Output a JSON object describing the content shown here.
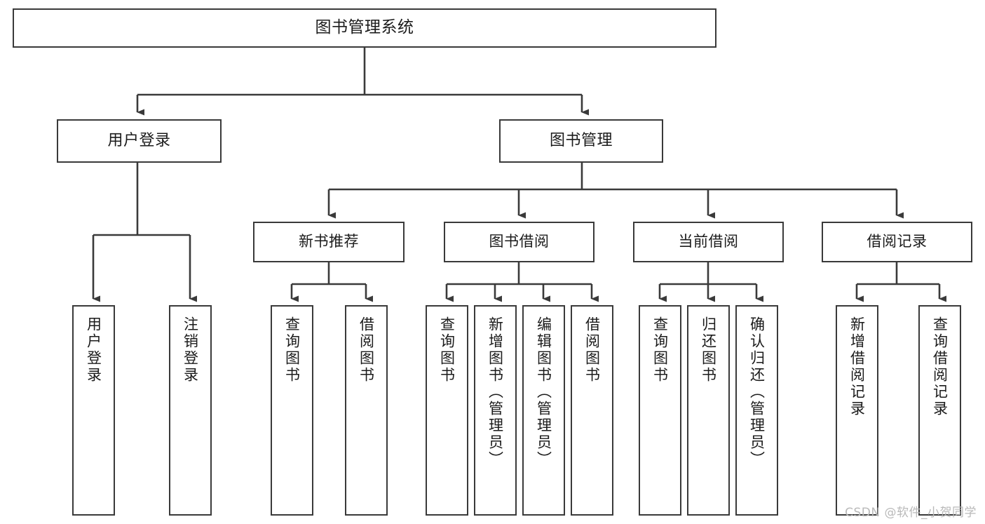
{
  "diagram": {
    "title": "图书管理系统",
    "watermark": "CSDN @软件_小贺同学",
    "colors": {
      "border": "#3a3a3a",
      "background": "#ffffff",
      "text": "#1b1b1b",
      "watermark": "#b9b9b9"
    },
    "root": {
      "label": "图书管理系统",
      "level": 0
    },
    "level1": [
      {
        "label": "用户登录"
      },
      {
        "label": "图书管理"
      }
    ],
    "level2": [
      {
        "label": "新书推荐"
      },
      {
        "label": "图书借阅"
      },
      {
        "label": "当前借阅"
      },
      {
        "label": "借阅记录"
      }
    ],
    "leaves": {
      "user_login": [
        {
          "label": "用户登录"
        },
        {
          "label": "注销登录"
        }
      ],
      "new_book_recommend": [
        {
          "label": "查询图书"
        },
        {
          "label": "借阅图书"
        }
      ],
      "book_borrow": [
        {
          "label": "查询图书"
        },
        {
          "label": "新增图书（管理员）"
        },
        {
          "label": "编辑图书（管理员）"
        },
        {
          "label": "借阅图书"
        }
      ],
      "current_borrow": [
        {
          "label": "查询图书"
        },
        {
          "label": "归还图书"
        },
        {
          "label": "确认归还（管理员）"
        }
      ],
      "borrow_record": [
        {
          "label": "新增借阅记录"
        },
        {
          "label": "查询借阅记录"
        }
      ]
    }
  }
}
